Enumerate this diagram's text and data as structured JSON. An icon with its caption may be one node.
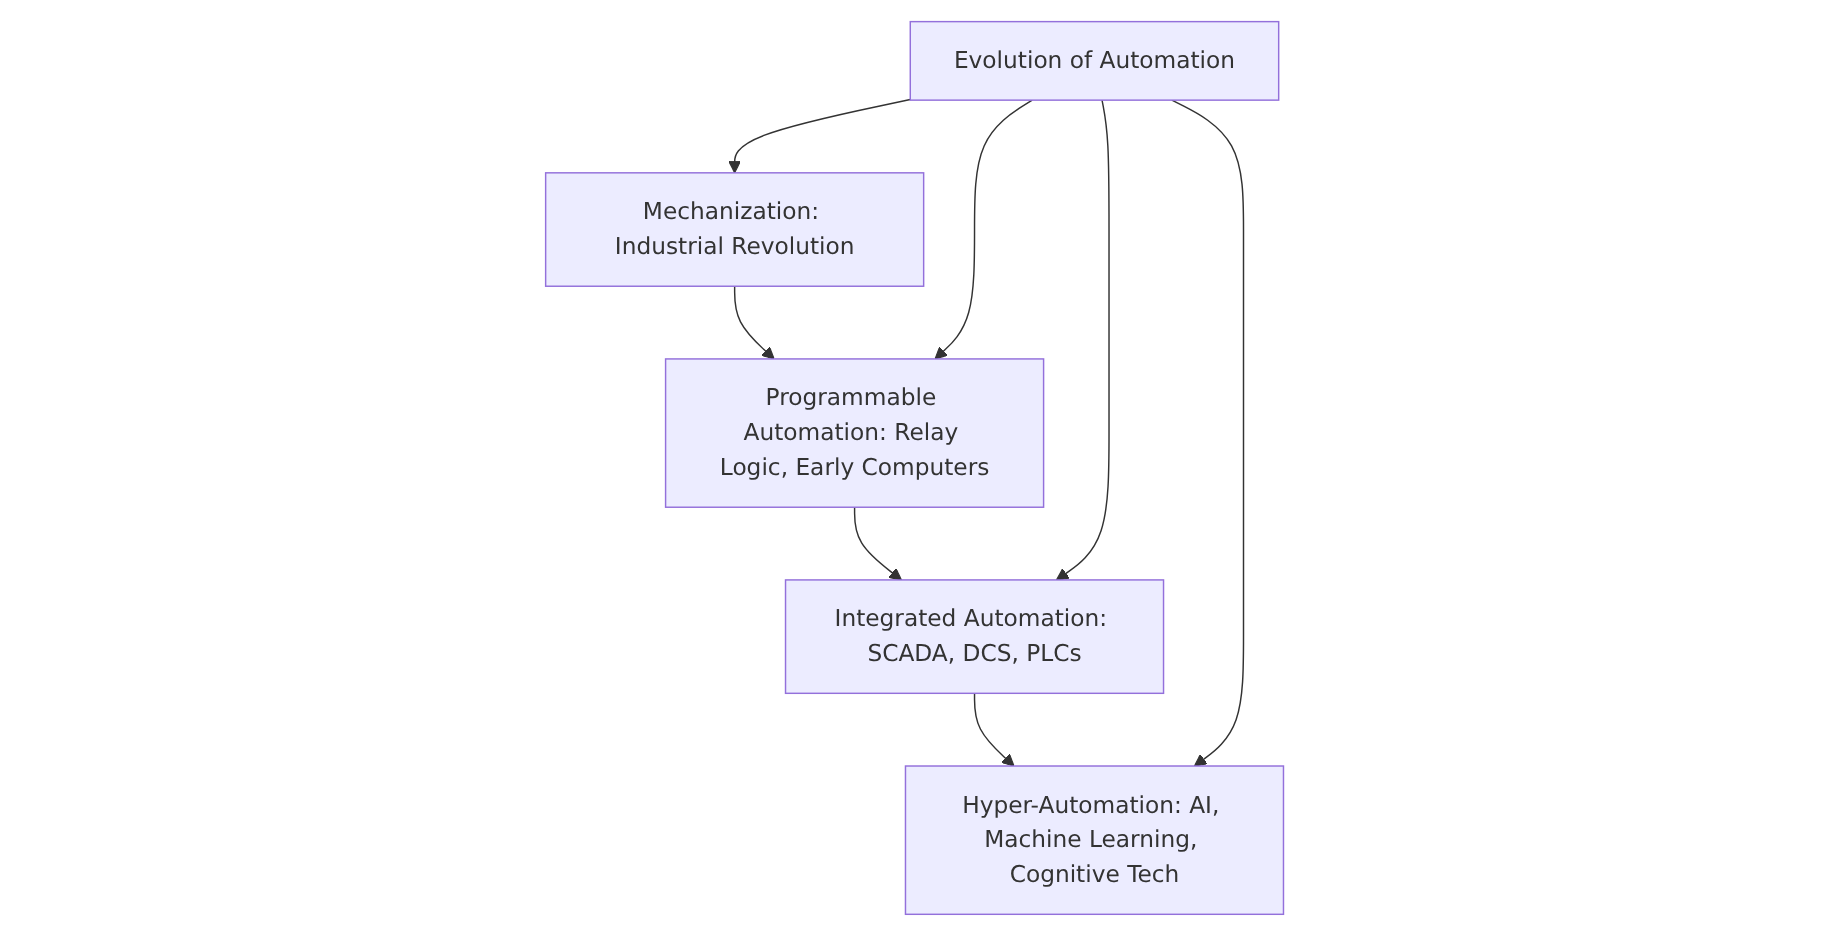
{
  "diagram": {
    "nodes": [
      {
        "text": [
          "Evolution of Automation"
        ]
      },
      {
        "text": [
          "Mechanization: Industrial Revolution"
        ]
      },
      {
        "text": [
          "Programmable Automation: Relay Logic, Early Computers"
        ]
      },
      {
        "text": [
          "Integrated Automation: SCADA, DCS, PLCs"
        ]
      },
      {
        "text": [
          "Hyper-Automation: AI, Machine Learning, Cognitive Tech"
        ]
      }
    ],
    "edges": [
      {
        "from": 0,
        "to": 1,
        "arrow": "to"
      },
      {
        "from": 1,
        "to": 2,
        "arrow": "to"
      },
      {
        "from": 0,
        "to": 2,
        "arrow": "to"
      },
      {
        "from": 2,
        "to": 3,
        "arrow": "to"
      },
      {
        "from": 0,
        "to": 3,
        "arrow": "to"
      },
      {
        "from": 3,
        "to": 4,
        "arrow": "to"
      },
      {
        "from": 0,
        "to": 4,
        "arrow": "to"
      }
    ]
  }
}
